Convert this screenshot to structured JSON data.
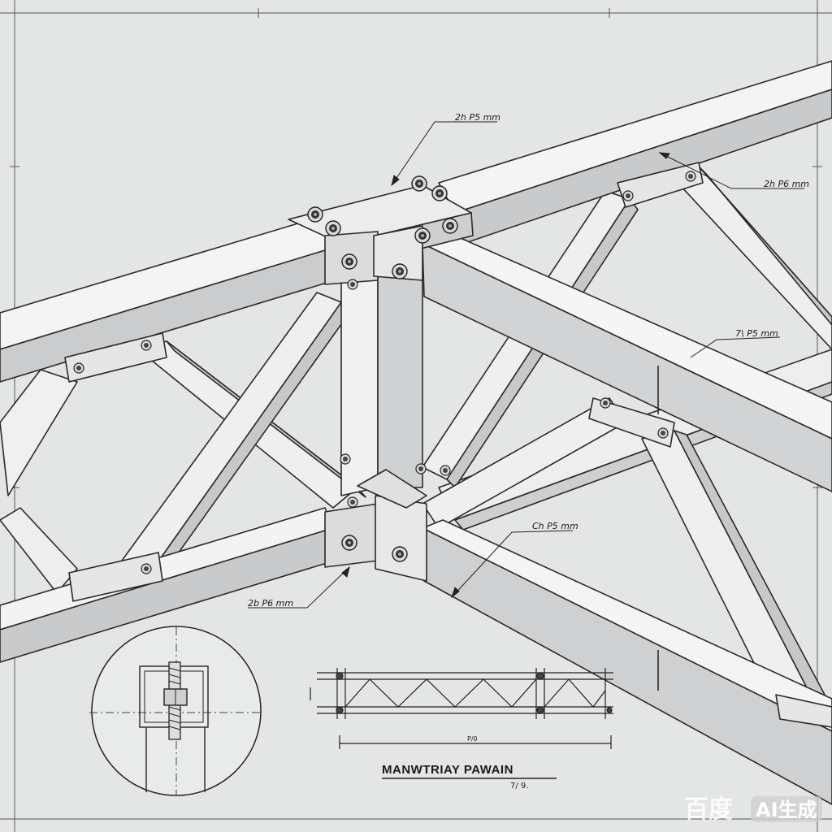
{
  "dimensions": {
    "top": "2h P5 mm",
    "right_upper": "2h P6 mm",
    "right_middle": "7\\ P5 mm",
    "center_lower": "Ch P5 mm",
    "left_lower": "2b P6 mm"
  },
  "plan": {
    "title": "MANWTRIAY PAWAIN",
    "scale": "7/ 9.",
    "width_dim": "P/0"
  },
  "watermark": {
    "brand": "百度",
    "tag": "AI生成"
  },
  "colors": {
    "background": "#e4e5e5",
    "steel_light": "#f2f2f2",
    "steel_shade": "#c9cacb",
    "line": "#2a2a2a"
  }
}
